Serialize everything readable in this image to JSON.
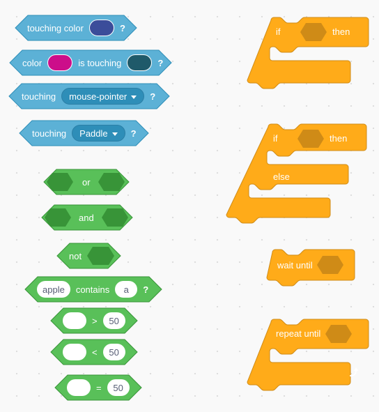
{
  "colors": {
    "sensing": "#5cb1d6",
    "sensing_dark": "#2e8eb8",
    "operators": "#59c059",
    "operators_dark": "#389438",
    "operators_slot": "#389438",
    "control": "#ffab19",
    "control_dark": "#cf8b17",
    "control_slot": "#cf8b17",
    "swatch_blue": "#3b4d9a",
    "swatch_magenta": "#cc0e8a",
    "swatch_teal": "#1f5a6a"
  },
  "sensing": {
    "touching_color": {
      "label": "touching color",
      "q": "?"
    },
    "color_touching": {
      "color_label": "color",
      "is_touching": "is touching",
      "q": "?"
    },
    "touching_mouse": {
      "label": "touching",
      "menu": "mouse-pointer",
      "q": "?"
    },
    "touching_paddle": {
      "label": "touching",
      "menu": "Paddle",
      "q": "?"
    }
  },
  "operators": {
    "or": {
      "label": "or"
    },
    "and": {
      "label": "and"
    },
    "not": {
      "label": "not"
    },
    "contains": {
      "left": "apple",
      "label": "contains",
      "right": "a",
      "q": "?"
    },
    "gt": {
      "op": ">",
      "right": "50"
    },
    "lt": {
      "op": "<",
      "right": "50"
    },
    "eq": {
      "op": "=",
      "right": "50"
    }
  },
  "control": {
    "if_then": {
      "if": "if",
      "then": "then"
    },
    "if_else": {
      "if": "if",
      "then": "then",
      "else": "else"
    },
    "wait_until": {
      "label": "wait until"
    },
    "repeat_until": {
      "label": "repeat until",
      "loop_icon": "loop-arrow-icon"
    }
  }
}
